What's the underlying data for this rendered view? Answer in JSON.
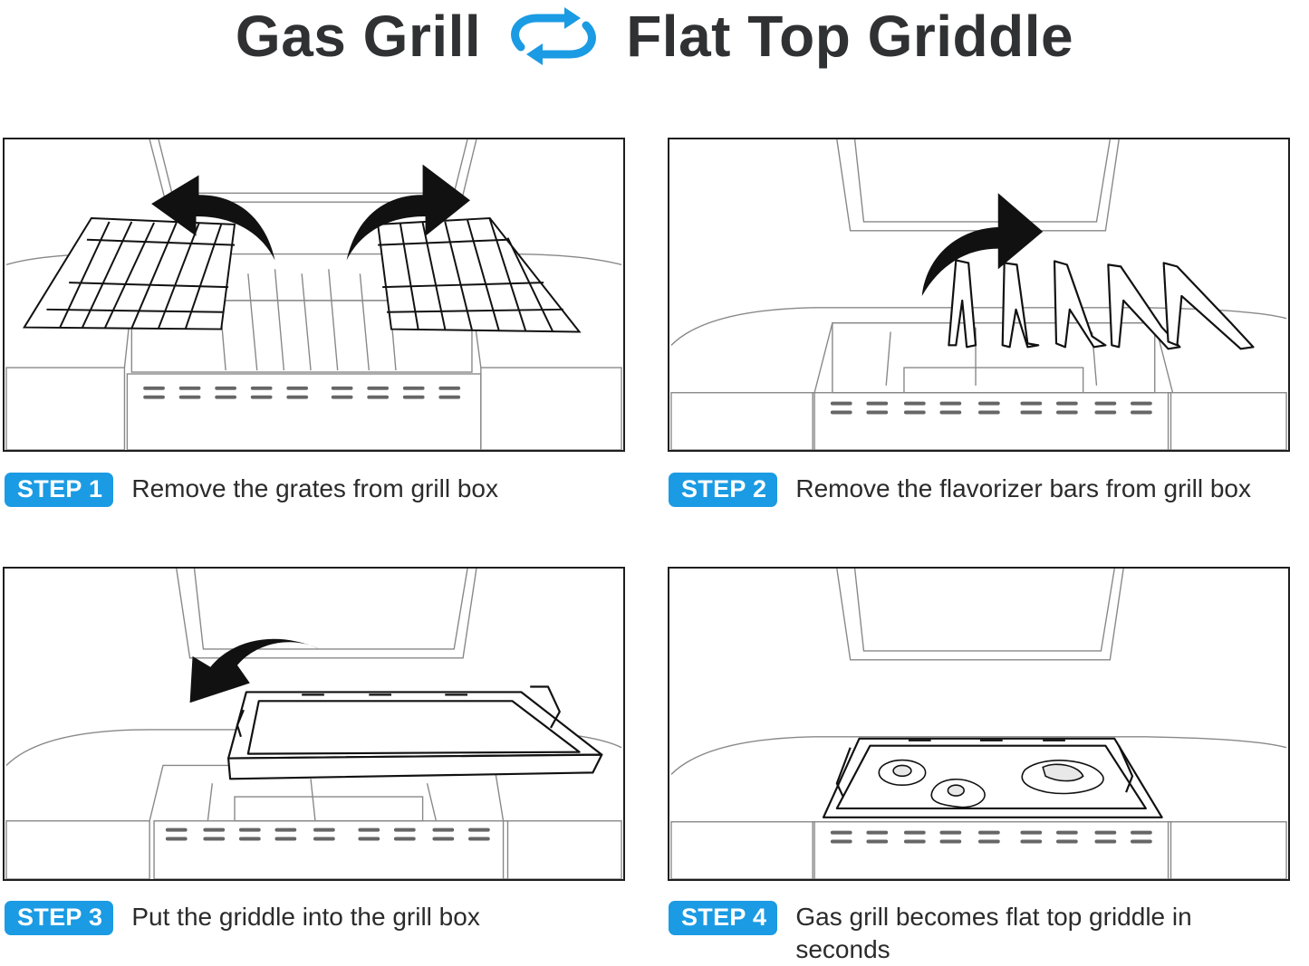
{
  "title": {
    "left": "Gas Grill",
    "right": "Flat Top Griddle",
    "icon": "swap-arrows-icon",
    "icon_color": "#1b9be3",
    "text_color": "#2f3133"
  },
  "accent_color": "#1b9be3",
  "steps": [
    {
      "badge": "STEP 1",
      "text": "Remove the grates from grill box",
      "illustration": "grates-removal-icon"
    },
    {
      "badge": "STEP 2",
      "text": "Remove the flavorizer bars from grill box",
      "illustration": "flavorizer-bars-removal-icon"
    },
    {
      "badge": "STEP 3",
      "text": "Put the griddle into the grill box",
      "illustration": "griddle-insert-icon"
    },
    {
      "badge": "STEP 4",
      "text": "Gas grill becomes flat top griddle in seconds",
      "illustration": "griddle-cooking-icon"
    }
  ]
}
